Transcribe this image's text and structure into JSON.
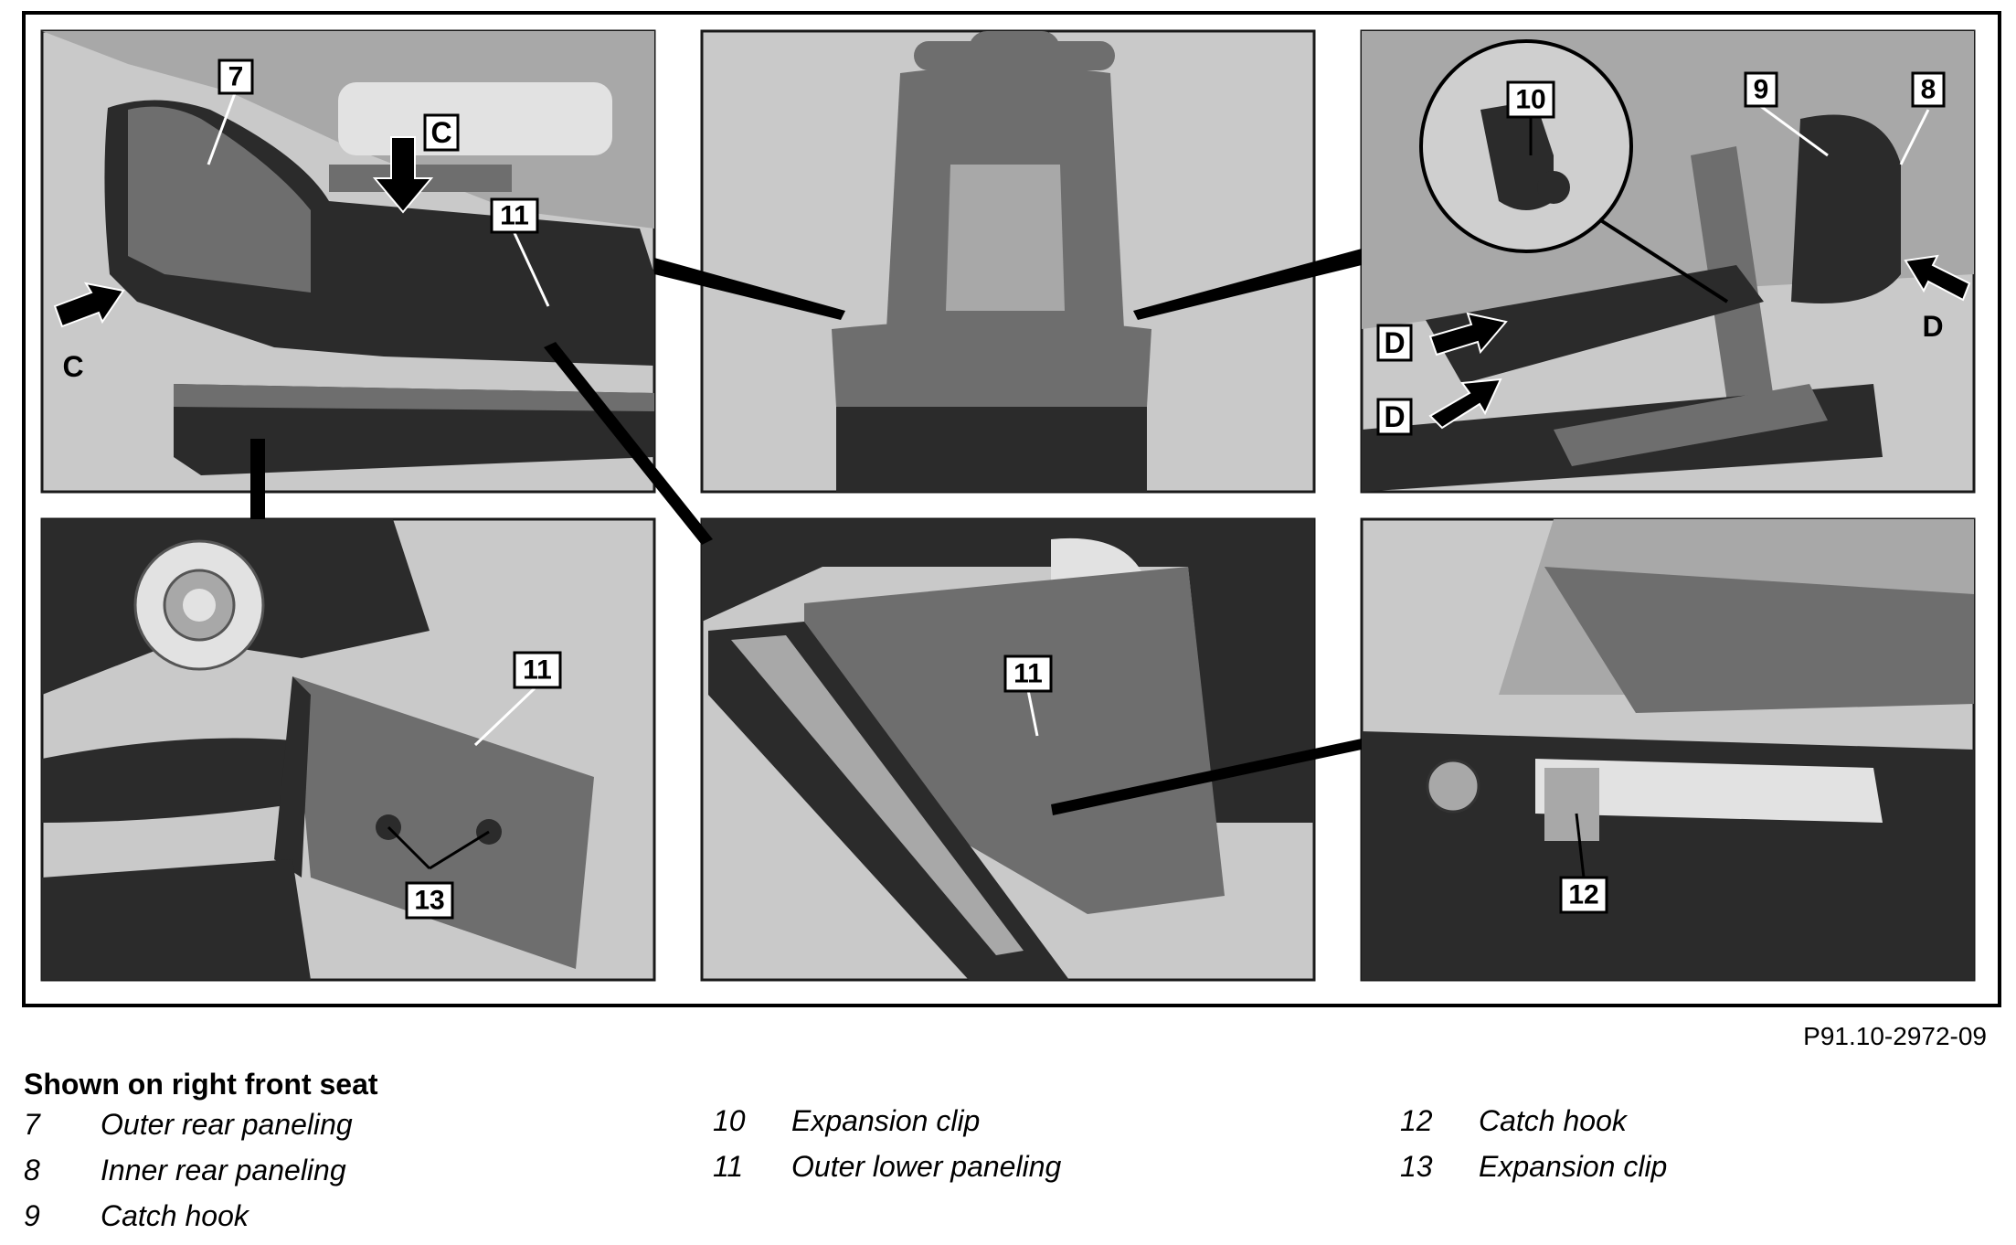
{
  "figure": {
    "reference": "P91.10-2972-09",
    "callouts": {
      "c7": "7",
      "c8": "8",
      "c9": "9",
      "c10": "10",
      "c11a": "11",
      "c11b": "11",
      "c11c": "11",
      "c12": "12",
      "c13": "13"
    },
    "view_letters": {
      "c_top": "C",
      "c_left": "C",
      "d_right": "D",
      "d_upper": "D",
      "d_lower": "D"
    }
  },
  "caption": {
    "title": "Shown on right front seat",
    "legend": [
      [
        {
          "num": "7",
          "text": "Outer rear paneling"
        },
        {
          "num": "8",
          "text": "Inner rear paneling"
        },
        {
          "num": "9",
          "text": "Catch hook"
        }
      ],
      [
        {
          "num": "10",
          "text": "Expansion clip"
        },
        {
          "num": "11",
          "text": "Outer lower paneling"
        }
      ],
      [
        {
          "num": "12",
          "text": "Catch hook"
        },
        {
          "num": "13",
          "text": "Expansion clip"
        }
      ]
    ]
  }
}
